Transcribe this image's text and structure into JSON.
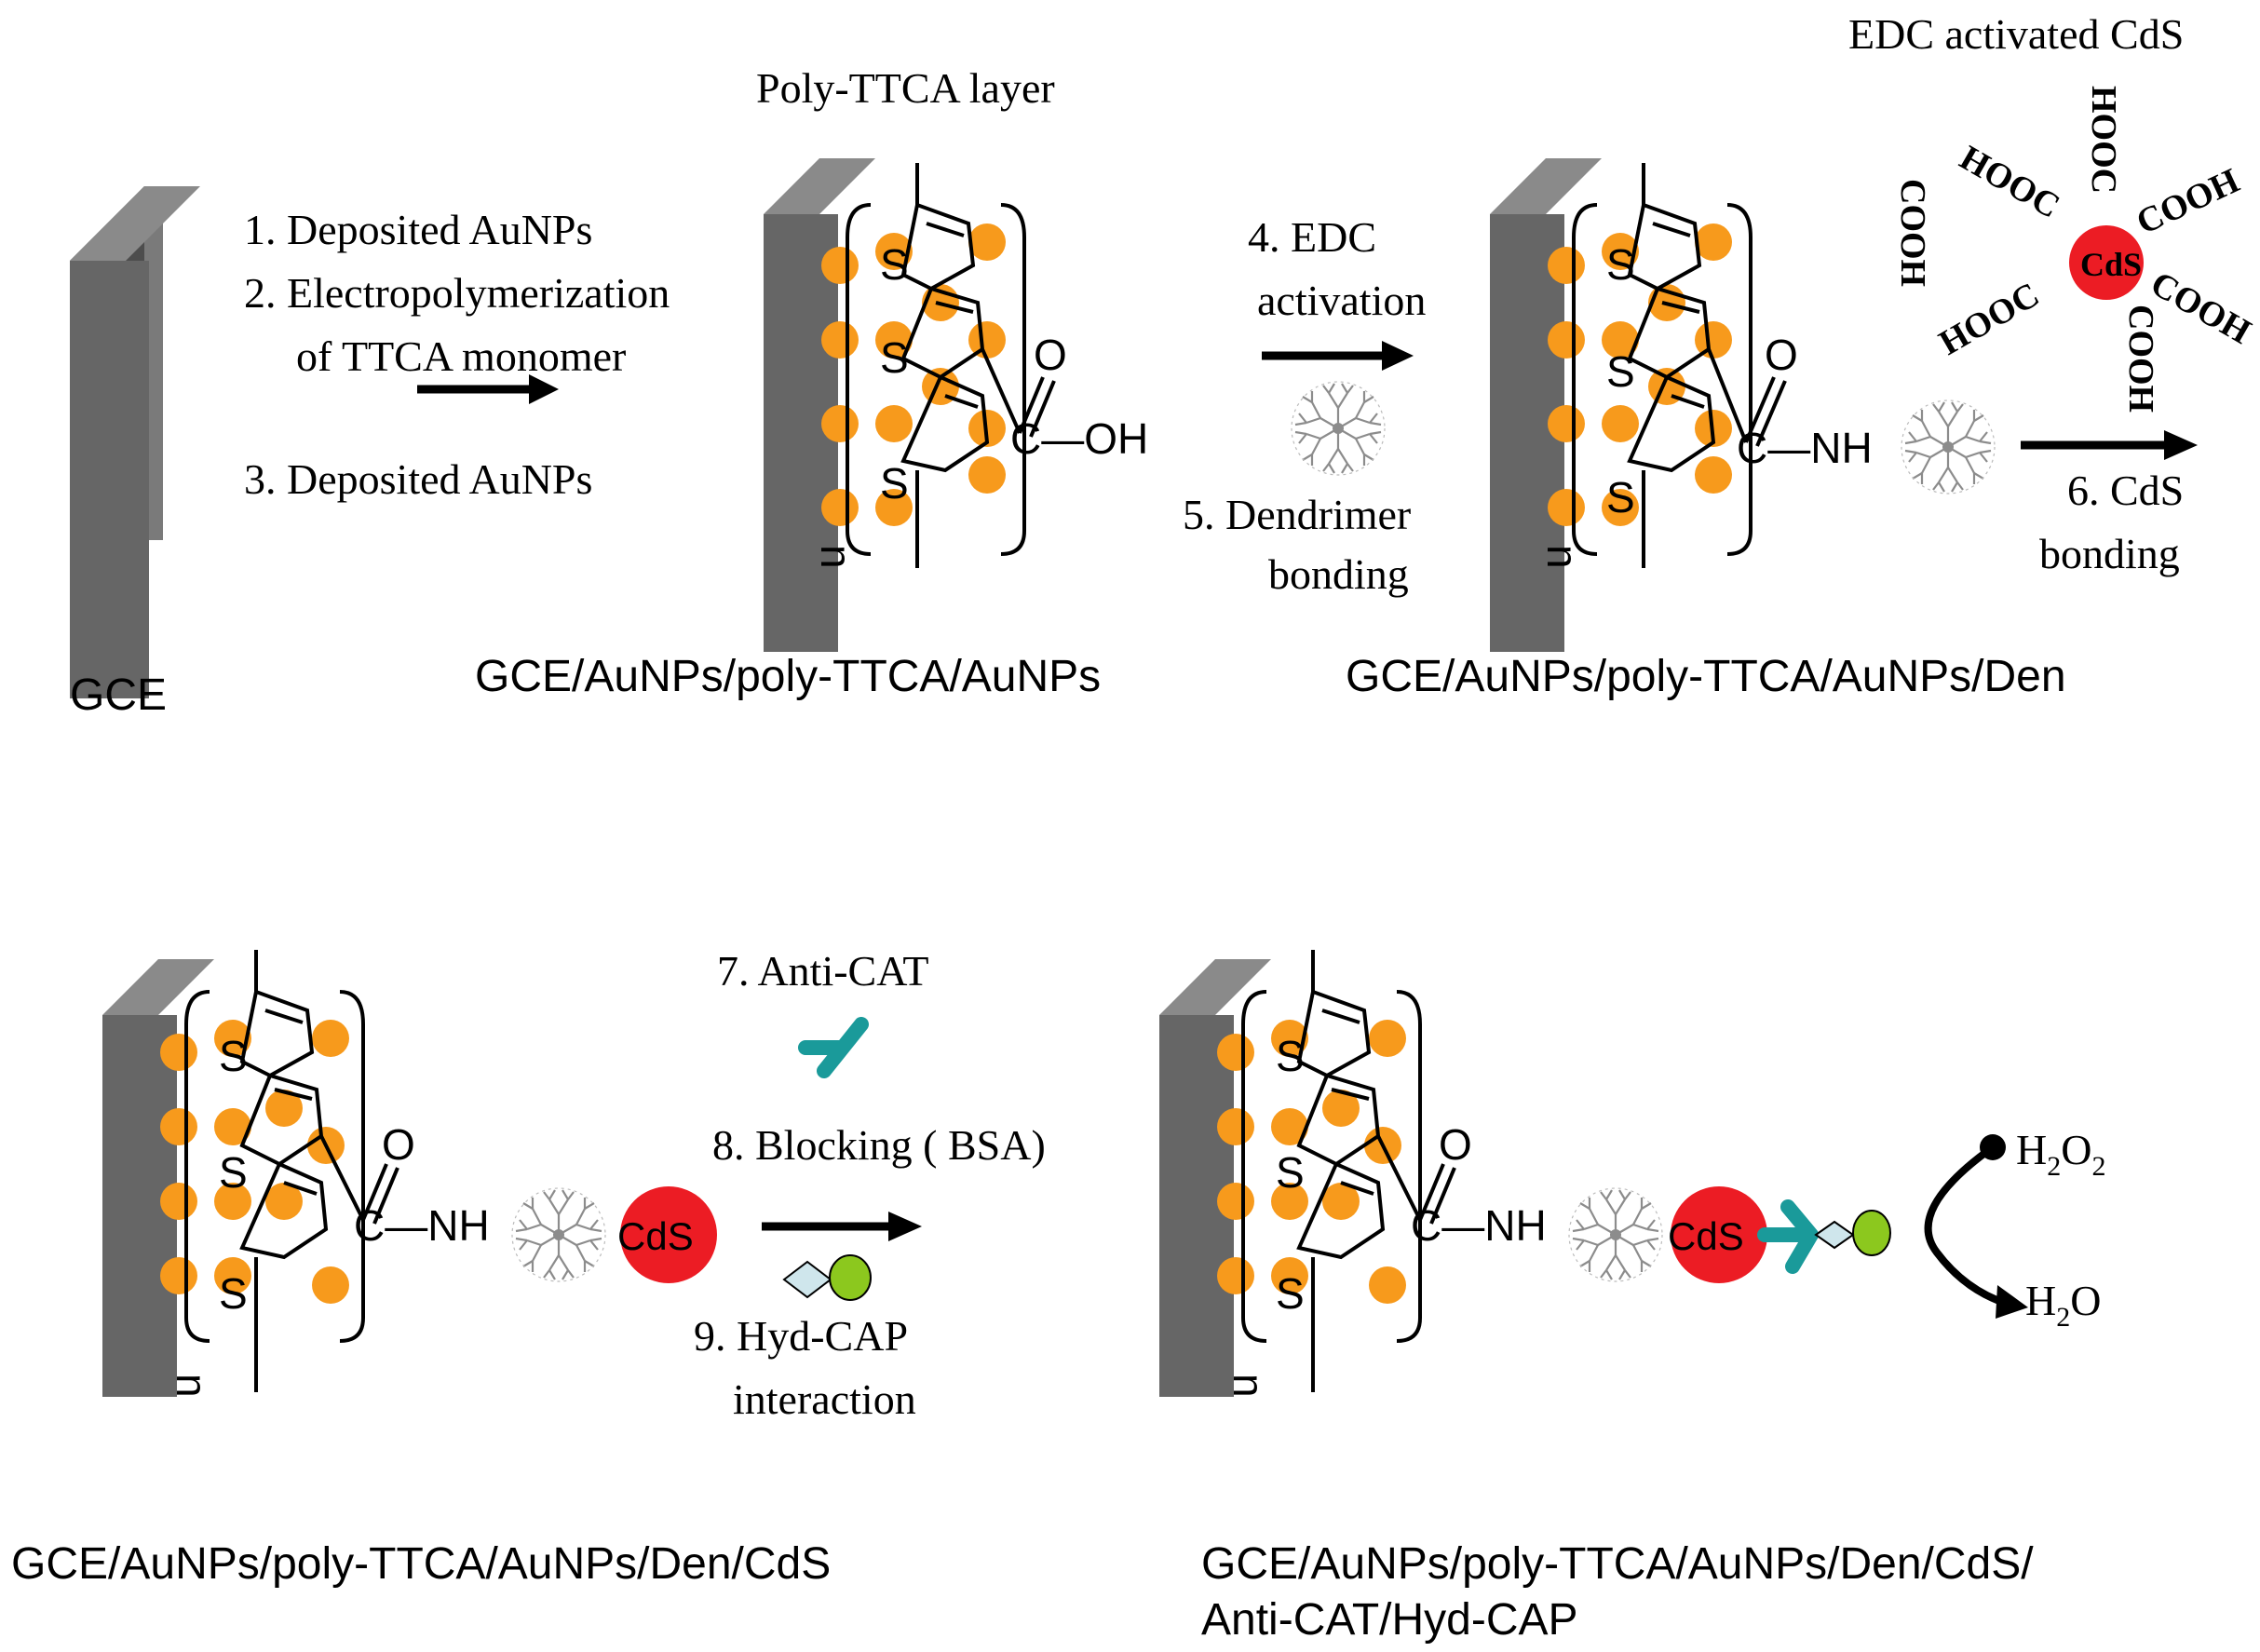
{
  "steps": {
    "s1": "1. Deposited AuNPs",
    "s2a": "2. Electropolymerization",
    "s2b": "of TTCA monomer",
    "s3": "3. Deposited AuNPs",
    "s4a": "4. EDC",
    "s4b": "activation",
    "s5a": "5. Dendrimer",
    "s5b": "bonding",
    "s6a": "6. CdS",
    "s6b": "bonding",
    "s7": "7. Anti-CAT",
    "s8": "8. Blocking ( BSA)",
    "s9a": "9. Hyd-CAP",
    "s9b": "interaction"
  },
  "labels": {
    "poly_layer": "Poly-TTCA layer",
    "edc_cds": "EDC activated CdS",
    "cooh": "COOH",
    "hooc": "HOOC",
    "cds": "CdS",
    "sulfur": "S",
    "n": "n",
    "oxygen": "O",
    "oh": "C—OH",
    "nh": "C—NH",
    "h2o2_a": "H",
    "h2o2_b": "2",
    "h2o2_c": "O",
    "h2o2_d": "2",
    "h2o_a": "H",
    "h2o_b": "2",
    "h2o_c": "O"
  },
  "captions": {
    "gce": "GCE",
    "c1": "GCE/AuNPs/poly-TTCA/AuNPs",
    "c2": "GCE/AuNPs/poly-TTCA/AuNPs/Den",
    "c3": "GCE/AuNPs/poly-TTCA/AuNPs/Den/CdS",
    "c4a": "GCE/AuNPs/poly-TTCA/AuNPs/Den/CdS/",
    "c4b": "Anti-CAT/Hyd-CAP"
  },
  "colors": {
    "electrode_front": "#666666",
    "electrode_side": "#4d4d4d",
    "electrode_top": "#8a8a8a",
    "aunp": "#f79a1c",
    "cds": "#ec1c24",
    "antibody": "#1a9a9a",
    "hydrazide": "#cfe6ec",
    "cap": "#8cc81e"
  }
}
